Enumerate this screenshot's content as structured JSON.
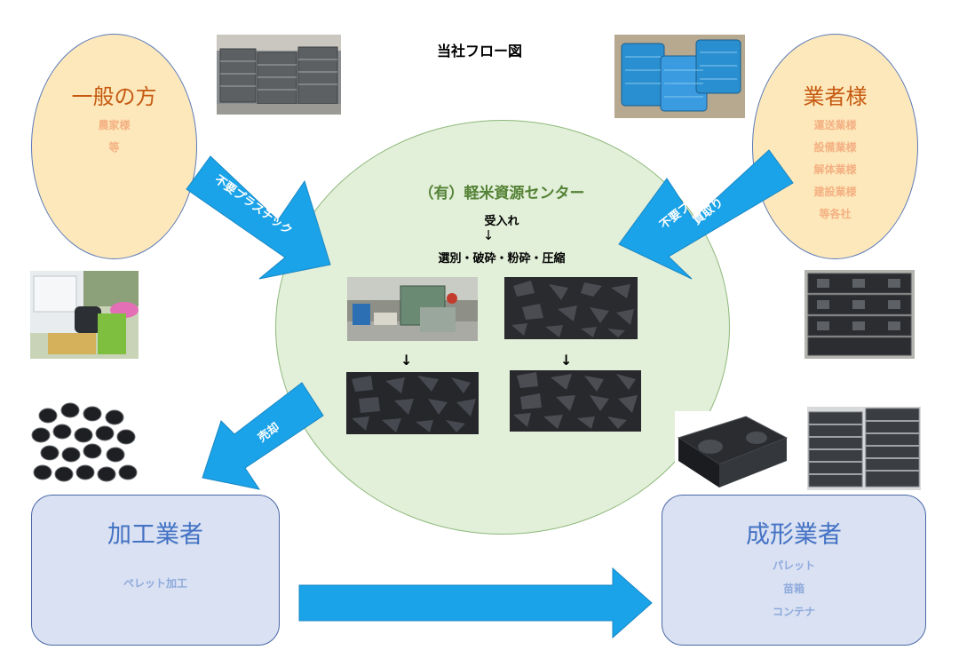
{
  "title": "当社フロー図",
  "individuals": {
    "heading": "一般の方",
    "lines": [
      "農家様",
      "等"
    ]
  },
  "businesses": {
    "heading": "業者様",
    "lines": [
      "運送業様",
      "設備業様",
      "解体業様",
      "建設業様",
      "等各社"
    ]
  },
  "center": {
    "name": "（有）軽米資源センター",
    "step1": "受入れ",
    "down_arrow": "↓",
    "step2": "選別・破砕・粉砕・圧縮",
    "inner_arrow_left": "↓",
    "inner_arrow_right": "↓"
  },
  "arrows": {
    "from_individuals": "不要プラスチック",
    "from_businesses_line1": "不要プラスチック",
    "from_businesses_line2": "買取り",
    "to_processor": "売却"
  },
  "processor": {
    "heading": "加工業者",
    "lines": [
      "ペレット加工"
    ]
  },
  "molder": {
    "heading": "成形業者",
    "lines": [
      "パレット",
      "苗箱",
      "コンテナ"
    ]
  },
  "colors": {
    "arrow_blue": "#1aa3e8",
    "oval_fill": "#fde8bb",
    "oval_text": "#c55a11",
    "circle_fill": "#e2efd9",
    "circle_text": "#548235",
    "box_fill": "#d9e1f2",
    "box_text": "#4472c4"
  }
}
